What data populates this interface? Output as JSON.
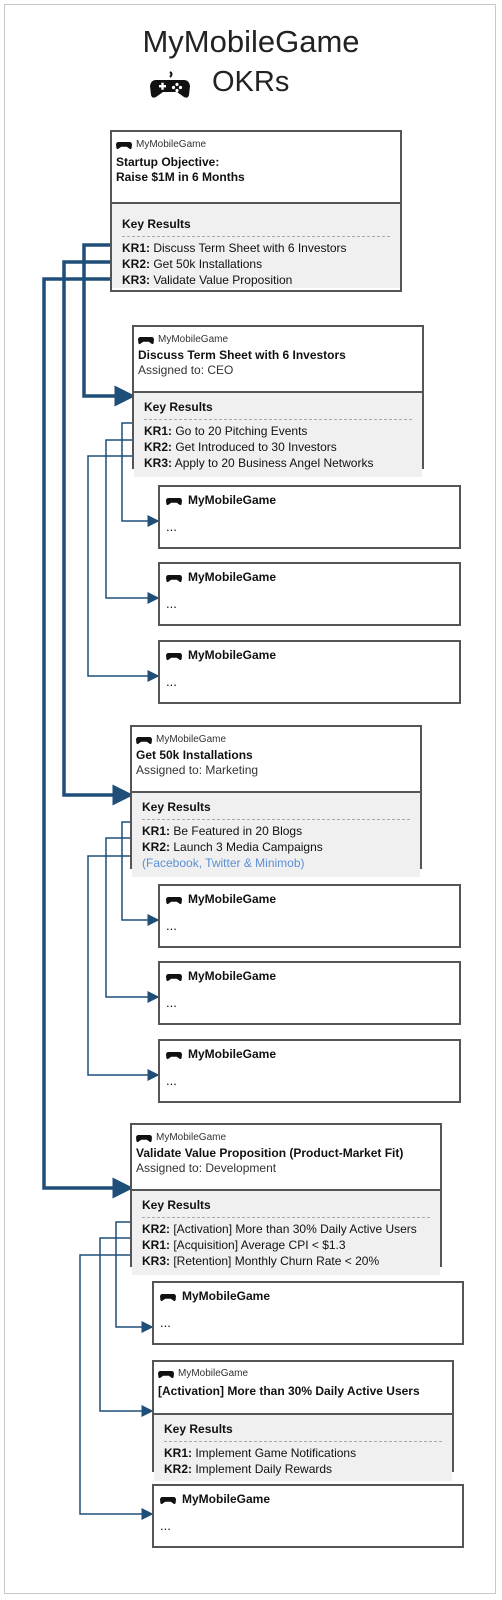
{
  "header": {
    "title": "MyMobileGame",
    "subtitle": "OKRs",
    "icon": "gamepad-icon"
  },
  "brand": "MyMobileGame",
  "colors": {
    "connector": "#1f4e79",
    "border": "#555555",
    "kr_bg": "#f0f0f0",
    "note": "#5b8fd6"
  },
  "root": {
    "title_line1": "Startup Objective:",
    "title_line2": "Raise $1M in 6 Months",
    "kr_heading": "Key Results",
    "krs": [
      {
        "label": "KR1:",
        "text": " Discuss Term Sheet with 6 Investors"
      },
      {
        "label": "KR2:",
        "text": " Get 50k Installations"
      },
      {
        "label": "KR3:",
        "text": " Validate Value Proposition"
      }
    ]
  },
  "obj1": {
    "title": "Discuss Term Sheet with 6 Investors",
    "assigned": "Assigned to: CEO",
    "kr_heading": "Key Results",
    "krs": [
      {
        "label": "KR1:",
        "text": " Go to 20 Pitching Events"
      },
      {
        "label": "KR2:",
        "text": " Get Introduced to 30 Investors"
      },
      {
        "label": "KR3:",
        "text": " Apply to 20 Business Angel Networks"
      }
    ]
  },
  "obj2": {
    "title": "Get 50k Installations",
    "assigned": "Assigned to: Marketing",
    "kr_heading": "Key Results",
    "krs": [
      {
        "label": "KR1:",
        "text": " Be Featured in 20 Blogs"
      },
      {
        "label": "KR2:",
        "text": " Launch 3 Media Campaigns"
      }
    ],
    "note": "(Facebook, Twitter & Minimob)"
  },
  "obj3": {
    "title": "Validate Value Proposition (Product-Market Fit)",
    "assigned": "Assigned to: Development",
    "kr_heading": "Key Results",
    "krs": [
      {
        "label": "KR2:",
        "text": " [Activation] More than 30% Daily Active Users"
      },
      {
        "label": "KR1:",
        "text": " [Acquisition] Average CPI < $1.3"
      },
      {
        "label": "KR3:",
        "text": " [Retention] Monthly Churn Rate < 20%"
      }
    ]
  },
  "sub": {
    "title": "[Activation] More than 30% Daily Active Users",
    "kr_heading": "Key Results",
    "krs": [
      {
        "label": "KR1:",
        "text": " Implement Game Notifications"
      },
      {
        "label": "KR2:",
        "text": " Implement Daily Rewards"
      }
    ]
  },
  "leaf_placeholder": "..."
}
